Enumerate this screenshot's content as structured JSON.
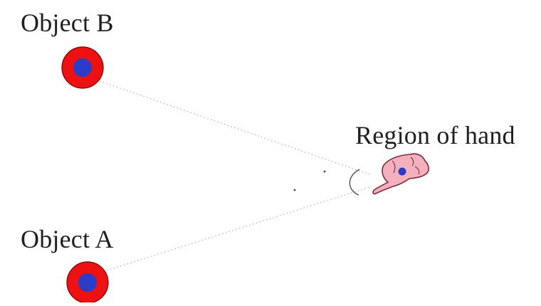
{
  "labels": {
    "object_b": "Object B",
    "object_a": "Object A",
    "hand_region": "Region of hand"
  },
  "colors": {
    "object_outer": "#ee1111",
    "object_inner": "#2a3cc8",
    "hand_fill": "#f4b0bd",
    "hand_outline": "#7a2b3a",
    "hand_marker": "#2a3cc8",
    "sight_line": "#b8b8b8"
  },
  "icons": {
    "object_marker": "target-circle-icon",
    "hand": "pointing-hand-icon"
  }
}
